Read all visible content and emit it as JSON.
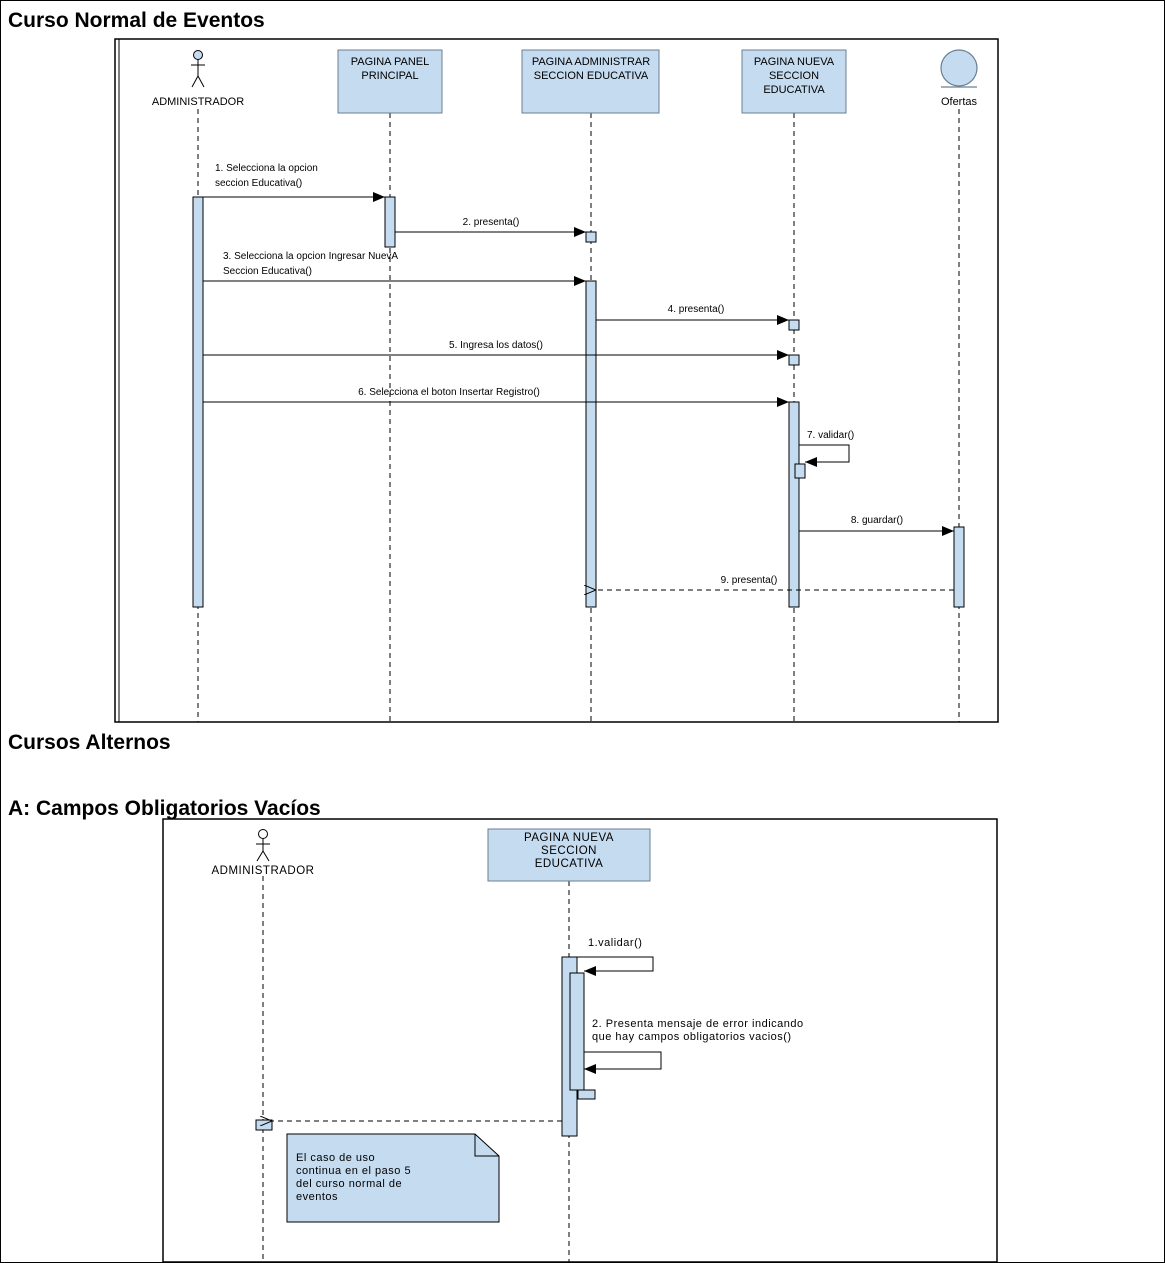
{
  "headings": {
    "normal_course": "Curso Normal de Eventos",
    "alternate_courses": "Cursos Alternos",
    "alt_a": "A: Campos Obligatorios Vacíos"
  },
  "diagram_main": {
    "actor": "ADMINISTRADOR",
    "lifelines": {
      "panel": [
        "PAGINA PANEL",
        "PRINCIPAL"
      ],
      "admin": [
        "PAGINA ADMINISTRAR",
        "SECCION EDUCATIVA"
      ],
      "nueva": [
        "PAGINA NUEVA",
        "SECCION",
        "EDUCATIVA"
      ],
      "ofertas": "Ofertas"
    },
    "messages": {
      "m1": [
        "1. Selecciona la opcion",
        "seccion Educativa()"
      ],
      "m2": "2. presenta()",
      "m3": [
        "3. Selecciona la opcion Ingresar NuevA",
        "Seccion Educativa()"
      ],
      "m4": "4. presenta()",
      "m5": "5. Ingresa los datos()",
      "m6": "6. Selecciona el boton Insertar Registro()",
      "m7": "7. validar()",
      "m8": "8. guardar()",
      "m9": "9. presenta()"
    }
  },
  "diagram_alt": {
    "actor": "ADMINISTRADOR",
    "lifeline": [
      "PAGINA NUEVA",
      "SECCION",
      "EDUCATIVA"
    ],
    "messages": {
      "m1": "1.validar()",
      "m2": [
        "2. Presenta mensaje de error indicando",
        "que hay campos obligatorios vacios()"
      ]
    },
    "note": [
      "El caso de uso",
      "continua en el paso 5",
      "del  curso normal de",
      "eventos"
    ]
  },
  "colors": {
    "box_fill": "#c5dbf0",
    "box_stroke": "#6a7f95",
    "line": "#000000",
    "note_fill": "#c5dbf0"
  },
  "icons": [
    "actor-stick-figure-icon",
    "entity-circle-icon"
  ]
}
